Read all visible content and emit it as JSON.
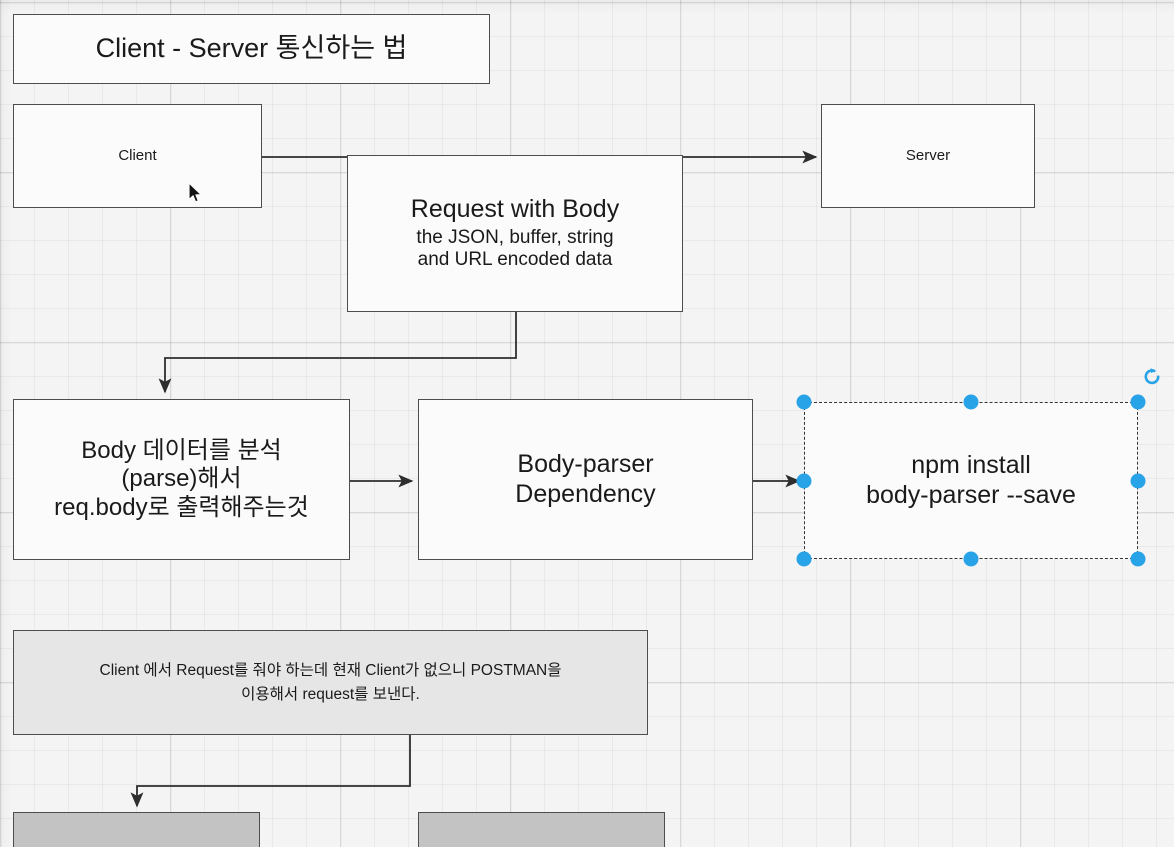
{
  "diagram": {
    "title_box": {
      "label": "Client - Server 통신하는 법"
    },
    "nodes": {
      "client": {
        "label": "Client"
      },
      "server": {
        "label": "Server"
      },
      "request": {
        "heading": "Request with Body",
        "line2": "the JSON, buffer, string",
        "line3": "and URL encoded data"
      },
      "body_parse": {
        "line1": "Body 데이터를 분석",
        "line2": "(parse)해서",
        "line3": "req.body로 출력해주는것"
      },
      "dependency": {
        "line1": "Body-parser",
        "line2": "Dependency"
      },
      "npm_command": {
        "line1": "npm install",
        "line2": "body-parser --save"
      },
      "note": {
        "line1": "Client 에서 Request를 줘야 하는데 현재 Client가 없으니 POSTMAN을",
        "line2": "이용해서 request를 보낸다."
      },
      "gray_box_left": {
        "label": ""
      },
      "gray_box_right": {
        "label": ""
      }
    },
    "selection": {
      "selected_node": "npm_command",
      "handle_color": "#29a3e8",
      "rotate_icon": "rotate-icon",
      "handles": [
        {
          "name": "handle-top-left"
        },
        {
          "name": "handle-top-center"
        },
        {
          "name": "handle-top-right"
        },
        {
          "name": "handle-middle-left"
        },
        {
          "name": "handle-middle-right"
        },
        {
          "name": "handle-bottom-left"
        },
        {
          "name": "handle-bottom-center"
        },
        {
          "name": "handle-bottom-right"
        }
      ]
    },
    "connectors": [
      {
        "name": "client-to-server",
        "from": "client",
        "to": "server"
      },
      {
        "name": "request-to-body-parse",
        "from": "request",
        "to": "body_parse"
      },
      {
        "name": "body-parse-to-dependency",
        "from": "body_parse",
        "to": "dependency"
      },
      {
        "name": "dependency-to-npm",
        "from": "dependency",
        "to": "npm_command"
      },
      {
        "name": "note-to-gray-box",
        "from": "note",
        "to": "gray_box_left"
      }
    ],
    "pointer": {
      "name": "mouse-cursor"
    },
    "colors": {
      "node_stroke": "#4d4d4d",
      "node_fill": "#fbfbfb",
      "note_fill": "#e6e6e6",
      "gray_fill": "#c3c3c3",
      "canvas": "#f4f4f4",
      "accent": "#29a3e8"
    }
  }
}
